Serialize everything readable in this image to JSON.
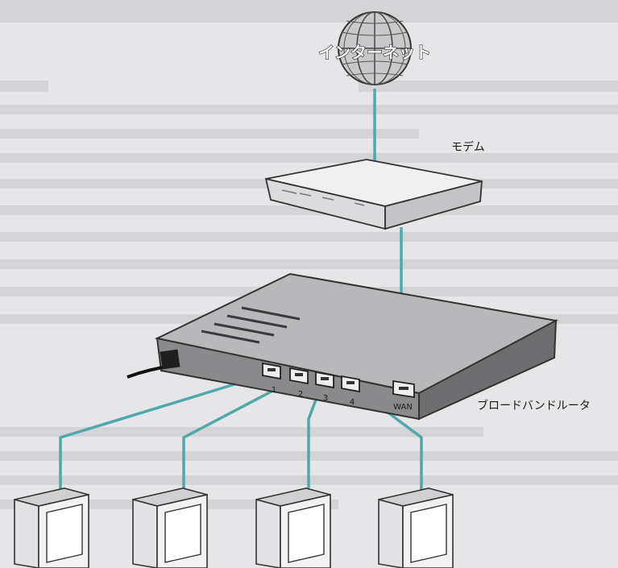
{
  "labels": {
    "internet": "インターネット",
    "modem": "モデム",
    "router": "ブロードバンドルータ",
    "wan": "WAN",
    "ports": [
      "1",
      "2",
      "3",
      "4"
    ]
  },
  "colors": {
    "background": "#e6e6e8",
    "cable": "#4fa8ac",
    "device_body": "#8a8a8c",
    "device_top": "#b8b8ba",
    "modem_body": "#e9e9ea"
  },
  "icons": {
    "internet": "globe-icon",
    "pc": "desktop-computer-icon"
  }
}
